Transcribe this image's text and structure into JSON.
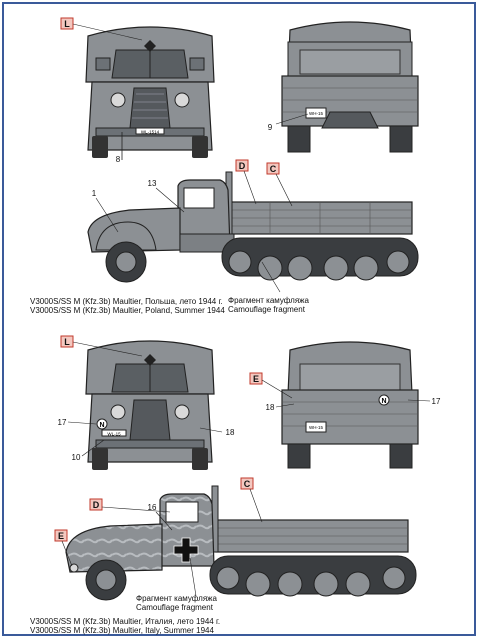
{
  "colors": {
    "frame": "#3a5a9a",
    "vehicle": "#8c9094",
    "vehicle_dark": "#555a5e",
    "tag_fill": "#f3c8c0",
    "tag_stroke": "#c0392b"
  },
  "top": {
    "caption_ru": "V3000S/SS M (Kfz.3b) Maultier, Польша, лето 1944 г.",
    "caption_en": "V3000S/SS M (Kfz.3b) Maultier, Poland, Summer 1944",
    "fragment_ru": "Фрагмент камуфляжа",
    "fragment_en": "Camouflage fragment",
    "tags": {
      "front": "L",
      "cab_rear": "D",
      "body_side": "C"
    },
    "callouts": {
      "grille": "8",
      "rear_plate": "9",
      "hood": "1",
      "cab_door": "13"
    },
    "plates": {
      "front": "WL-1514",
      "rear": "WH-15"
    }
  },
  "bottom": {
    "caption_ru": "V3000S/SS M (Kfz.3b) Maultier, Италия, лето 1944 г.",
    "caption_en": "V3000S/SS M (Kfz.3b) Maultier, Italy, Summer 1944",
    "fragment_ru": "Фрагмент камуфляжа",
    "fragment_en": "Camouflage fragment",
    "tags": {
      "front": "L",
      "rear": "E",
      "cab_rear": "D",
      "headlight": "E",
      "body_side": "C"
    },
    "callouts": {
      "front_left": "17",
      "front_right": "18",
      "bumper": "10",
      "rear_left": "18",
      "rear_right": "17",
      "cab_door": "16"
    },
    "plates": {
      "front": "WL-15",
      "rear": "WH-15"
    },
    "markings": {
      "front_n": "N",
      "rear_n": "N"
    }
  }
}
